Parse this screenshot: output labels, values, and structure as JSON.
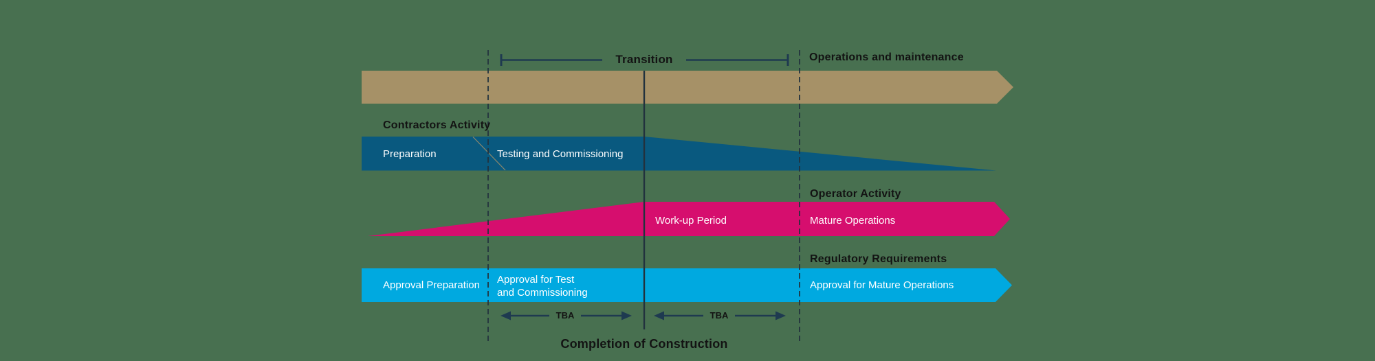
{
  "colors": {
    "background": "#487050",
    "tan": "#A69167",
    "contractor_blue": "#09597F",
    "operator_pink": "#D60E6E",
    "regulatory_blue": "#00A9E0",
    "dark_text": "#131313",
    "line_navy": "#1E3A50",
    "guide_line": "#22323E",
    "white_text": "#FFFFFF"
  },
  "header": {
    "transition_label": "Transition",
    "operations_label": "Operations and maintenance"
  },
  "contractor": {
    "section_title": "Contractors Activity",
    "preparation_label": "Preparation",
    "testing_label": "Testing and Commissioning"
  },
  "operator": {
    "section_title": "Operator Activity",
    "workup_label": "Work-up Period",
    "mature_label": "Mature Operations"
  },
  "regulatory": {
    "section_title": "Regulatory Requirements",
    "approval_prep_label": "Approval Preparation",
    "approval_test_line1": "Approval for Test",
    "approval_test_line2": "and Commissioning",
    "approval_mature_label": "Approval for Mature Operations"
  },
  "footer": {
    "tba_left_label": "TBA",
    "tba_right_label": "TBA",
    "completion_label": "Completion of Construction"
  }
}
